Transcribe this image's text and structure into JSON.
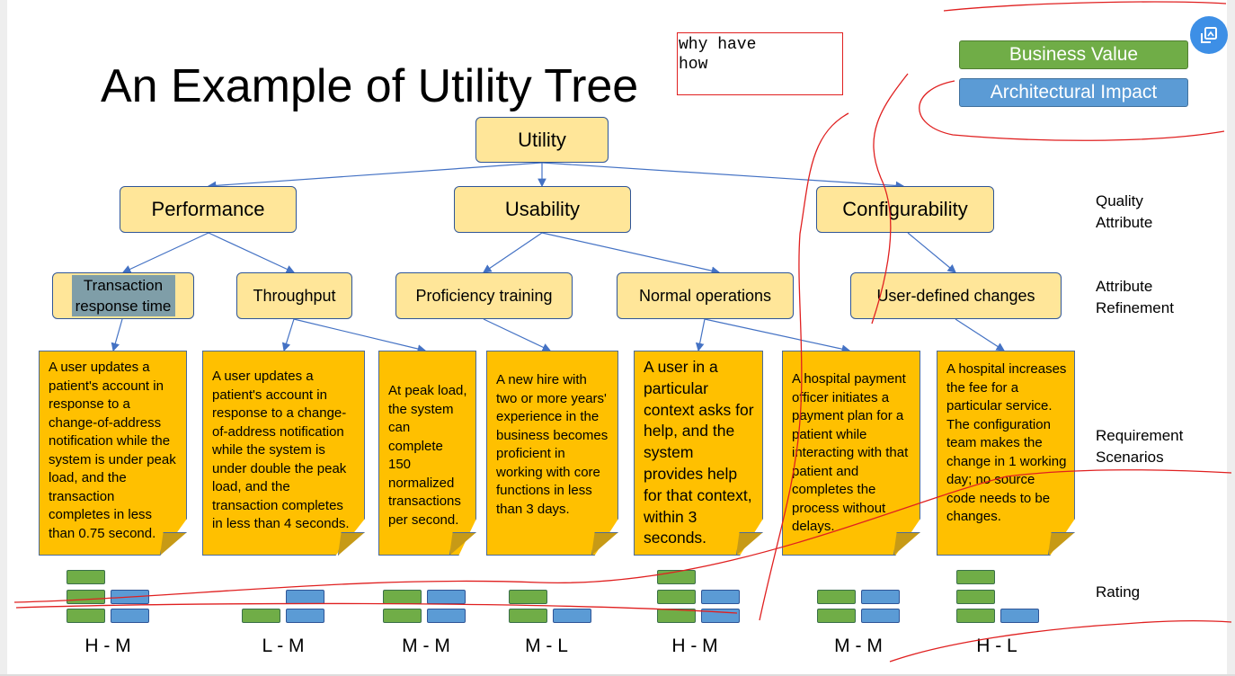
{
  "title": "An Example of Utility Tree",
  "note": {
    "text": "why have\nhow"
  },
  "legend": {
    "business_value": "Business Value",
    "architectural_impact": "Architectural Impact",
    "business_color": "#70ad47",
    "architectural_color": "#5b9bd5"
  },
  "root": "Utility",
  "quality_attributes": [
    "Performance",
    "Usability",
    "Configurability"
  ],
  "refinements": [
    "Transaction response time",
    "Throughput",
    "Proficiency training",
    "Normal operations",
    "User-defined changes"
  ],
  "scenarios": [
    "A user updates a patient's account in response to a change-of-address notification while the system is under peak load, and the transaction completes in less than 0.75 second.",
    "A user updates a patient's account in response to a change-of-address notification while the system is under double the peak load, and the transaction completes in less than 4 seconds.",
    "At peak load, the system can complete 150 normalized transactions per second.",
    "A new hire with two or more years' experience in the business becomes proficient in working with core functions in less than 3 days.",
    "A user in a particular context asks for help, and the system provides help for that context, within 3 seconds.",
    "A hospital payment officer initiates a payment plan for a patient while interacting with that patient and completes the process without delays.",
    "A hospital increases the fee for a particular service. The configuration team makes the change in 1 working day; no source code needs to be changes."
  ],
  "side_labels": {
    "quality_attribute": "Quality Attribute",
    "attribute_refinement": "Attribute Refinement",
    "requirement_scenarios": "Requirement Scenarios",
    "rating": "Rating"
  },
  "ratings": [
    {
      "label": "H - M",
      "business": "H",
      "architectural": "M"
    },
    {
      "label": "L - M",
      "business": "L",
      "architectural": "M"
    },
    {
      "label": "M - M",
      "business": "M",
      "architectural": "M"
    },
    {
      "label": "M - L",
      "business": "M",
      "architectural": "L"
    },
    {
      "label": "H - M",
      "business": "H",
      "architectural": "M"
    },
    {
      "label": "M - M",
      "business": "M",
      "architectural": "M"
    },
    {
      "label": "H - L",
      "business": "H",
      "architectural": "L"
    }
  ],
  "fab_icon": "image-export-icon"
}
